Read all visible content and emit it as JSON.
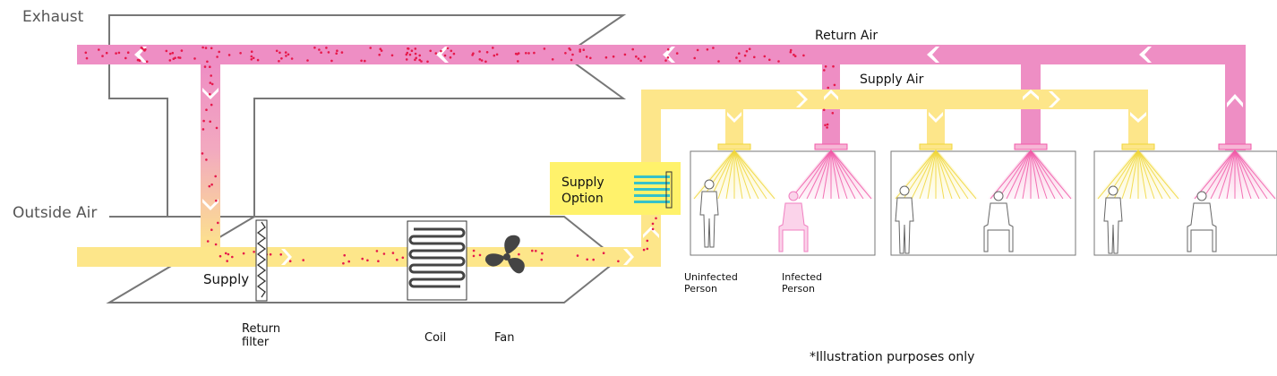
{
  "labels": {
    "exhaust": "Exhaust",
    "outside_air": "Outside Air",
    "return_air": "Return Air",
    "supply_air": "Supply Air",
    "supply": "Supply",
    "supply_option_line1": "Supply",
    "supply_option_line2": "Option",
    "return_filter_line1": "Return",
    "return_filter_line2": "filter",
    "coil": "Coil",
    "fan": "Fan",
    "uninfected_line1": "Uninfected",
    "uninfected_line2": "Person",
    "infected_line1": "Infected",
    "infected_line2": "Person",
    "note": "*Illustration purposes only"
  },
  "colors": {
    "return_air": "#ee8ec4",
    "supply_air": "#fde68a",
    "contaminant_dots": "#e6194b",
    "supply_option_box": "#fff26b",
    "uv_lamps": "#36c2c9",
    "duct_outline": "#777777"
  }
}
